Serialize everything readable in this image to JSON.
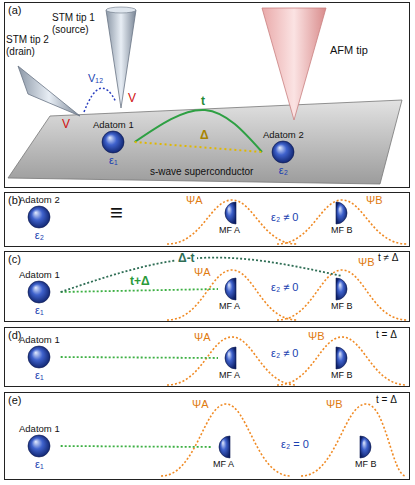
{
  "diagram": {
    "nodes": [
      {
        "text": [
          "(a)"
        ]
      },
      {
        "text": [
          "Adatom 1",
          "ε₁"
        ],
        "in": 0
      },
      {
        "text": [
          "Adatom 2",
          "ε₂"
        ],
        "in": 0
      },
      {
        "text": [
          "(b)"
        ]
      },
      {
        "text": [
          "Adatom 2",
          "ε₂"
        ],
        "in": 3
      },
      {
        "text": [
          "MF A"
        ],
        "in": 3
      },
      {
        "text": [
          "MF B"
        ],
        "in": 3
      },
      {
        "text": [
          "(c)"
        ]
      },
      {
        "text": [
          "Adatom 1",
          "ε₁"
        ],
        "in": 7
      },
      {
        "text": [
          "MF A"
        ],
        "in": 7
      },
      {
        "text": [
          "MF B"
        ],
        "in": 7
      },
      {
        "text": [
          "(d)"
        ]
      },
      {
        "text": [
          "Adatom 1",
          "ε₁"
        ],
        "in": 11
      },
      {
        "text": [
          "MF A"
        ],
        "in": 11
      },
      {
        "text": [
          "MF B"
        ],
        "in": 11
      },
      {
        "text": [
          "(e)"
        ]
      },
      {
        "text": [
          "Adatom 1",
          "ε₁"
        ],
        "in": 15
      },
      {
        "text": [
          "MF A"
        ],
        "in": 15
      },
      {
        "text": [
          "MF B"
        ],
        "in": 15
      }
    ],
    "edges": [
      {
        "from": 1,
        "to": 2,
        "arrow": "none",
        "label": "t"
      },
      {
        "from": 1,
        "to": 2,
        "arrow": "none",
        "label": "Δ"
      },
      {
        "from": 8,
        "to": 9,
        "arrow": "none",
        "label": "t+Δ"
      },
      {
        "from": 8,
        "to": 10,
        "arrow": "none",
        "label": "Δ-t"
      },
      {
        "from": 12,
        "to": 13,
        "arrow": "none"
      },
      {
        "from": 16,
        "to": 17,
        "arrow": "none"
      }
    ],
    "labels": [
      "STM tip 1 (source)",
      "STM tip 2 (drain)",
      "AFM tip",
      "V₁₂",
      "V",
      "V",
      "s-wave superconductor",
      "≡",
      "ΨA",
      "ΨB",
      "ε₂ ≠ 0",
      "t ≠ Δ",
      "ΨA",
      "ΨB",
      "ε₂ ≠ 0",
      "t = Δ",
      "ΨA",
      "ΨB",
      "ε₂ ≠ 0",
      "t = Δ",
      "ΨA",
      "ΨB",
      "ε₂ = 0"
    ]
  }
}
